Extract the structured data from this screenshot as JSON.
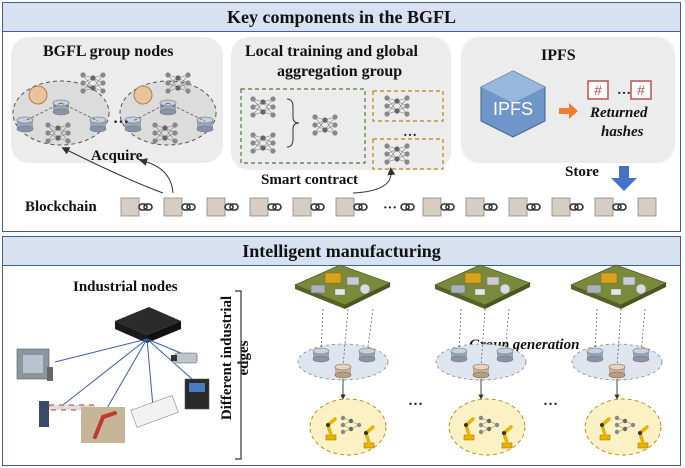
{
  "top_panel": {
    "title": "Key components in the BGFL",
    "group_nodes_title": "BGFL group nodes",
    "group_nodes_ellipsis": "…",
    "acquire_label": "Acquire",
    "training_title_line1": "Local training and global",
    "training_title_line2": "aggregation group",
    "training_ellipsis": "…",
    "smart_contract_label": "Smart contract",
    "ipfs_title": "IPFS",
    "ipfs_logo_text": "IPFS",
    "hash_symbol": "#",
    "hash_ellipsis": "…",
    "returned_hashes_line1": "Returned",
    "returned_hashes_line2": "hashes",
    "store_label": "Store",
    "blockchain_label": "Blockchain",
    "chain_ellipsis": "···"
  },
  "bottom_panel": {
    "title": "Intelligent manufacturing",
    "industrial_nodes_label": "Industrial nodes",
    "edges_label_line1": "Different industrial",
    "edges_label_line2": "edges",
    "group_generation_label": "Group generation",
    "ellipsis": "…"
  },
  "colors": {
    "panel_border": "#3f5f8f",
    "title_bar": "#d7e1f1",
    "box_bg": "#ececec",
    "ipfs_cube": "#6f96c8",
    "hash_box": "#c0504d",
    "store_arrow": "#4472c4",
    "ipfs_arrow": "#ed7d31",
    "training_border": "#4e7a3a",
    "aggregation_border": "#b8860b",
    "block": "#d6cdc4",
    "circuit_board": "#7a8a3a",
    "robot": "#e8b400"
  },
  "icons": [
    "brain-icon",
    "database-icon",
    "neural-net-icon",
    "ipfs-cube-icon",
    "chain-link-icon",
    "circuit-board-icon",
    "router-icon",
    "camera-icon",
    "barrier-gate-icon",
    "robot-arm-icon",
    "turnstile-icon",
    "meter-icon"
  ]
}
